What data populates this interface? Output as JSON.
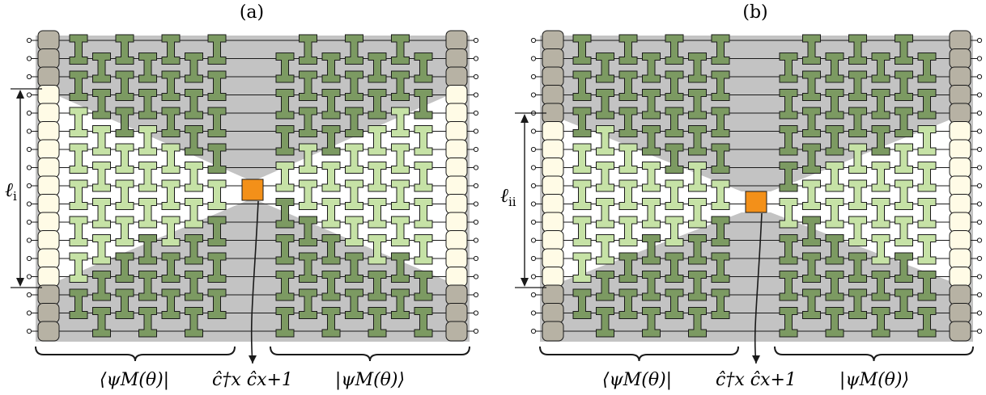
{
  "panels": [
    {
      "id": "a",
      "label": "(a)",
      "height_label": "ℓi",
      "height_label_base": "ℓ",
      "height_label_sub": "i",
      "bra_label": "⟨ψM(θ)|",
      "ket_label": "|ψM(θ)⟩",
      "operator_label": "ĉ†x ĉx+1"
    },
    {
      "id": "b",
      "label": "(b)",
      "height_label": "ℓii",
      "height_label_base": "ℓ",
      "height_label_sub": "ii",
      "bra_label": "⟨ψM(θ)|",
      "ket_label": "|ψM(θ)⟩",
      "operator_label": "ĉ†x ĉx+1"
    }
  ],
  "colors": {
    "background_gray": "#c3c3c3",
    "dark_gate": "#7c9a62",
    "light_gate": "#c6e2a6",
    "dark_end_box": "#b7b2a4",
    "light_end_box": "#fffbe6",
    "operator": "#f39019",
    "wire": "#1a1a1a"
  },
  "icons": [
    "gate-icon",
    "end-box-icon",
    "operator-square-icon",
    "open-circle-terminal-icon"
  ]
}
